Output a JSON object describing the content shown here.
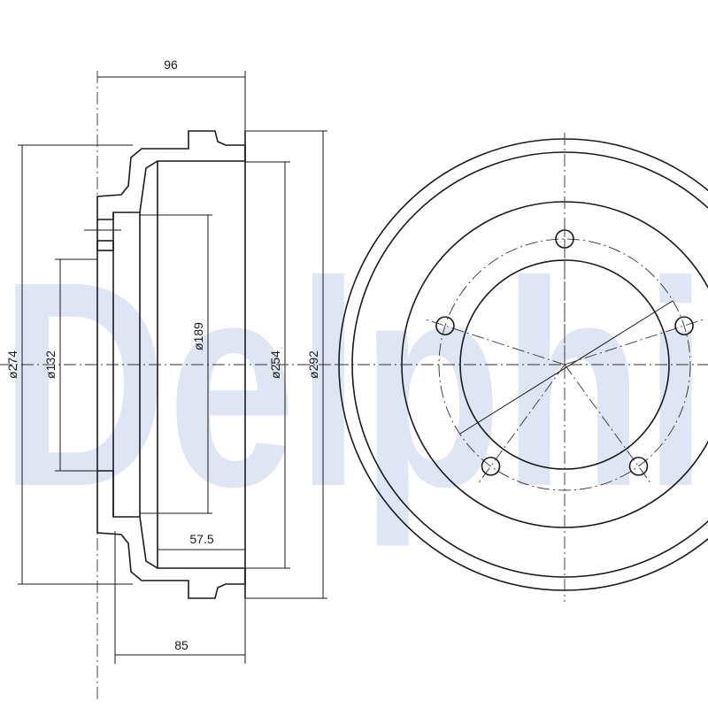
{
  "watermark": {
    "text": "Delphi",
    "color": "#dfe5f2"
  },
  "dimensions": {
    "overall_depth": "96",
    "flange_depth": "85",
    "inner_depth": "57.5",
    "d274": "ø274",
    "d132": "ø132",
    "d189": "ø189",
    "d254": "ø254",
    "d292": "ø292"
  },
  "colors": {
    "line": "#1a1a1a",
    "background": "#ffffff"
  }
}
